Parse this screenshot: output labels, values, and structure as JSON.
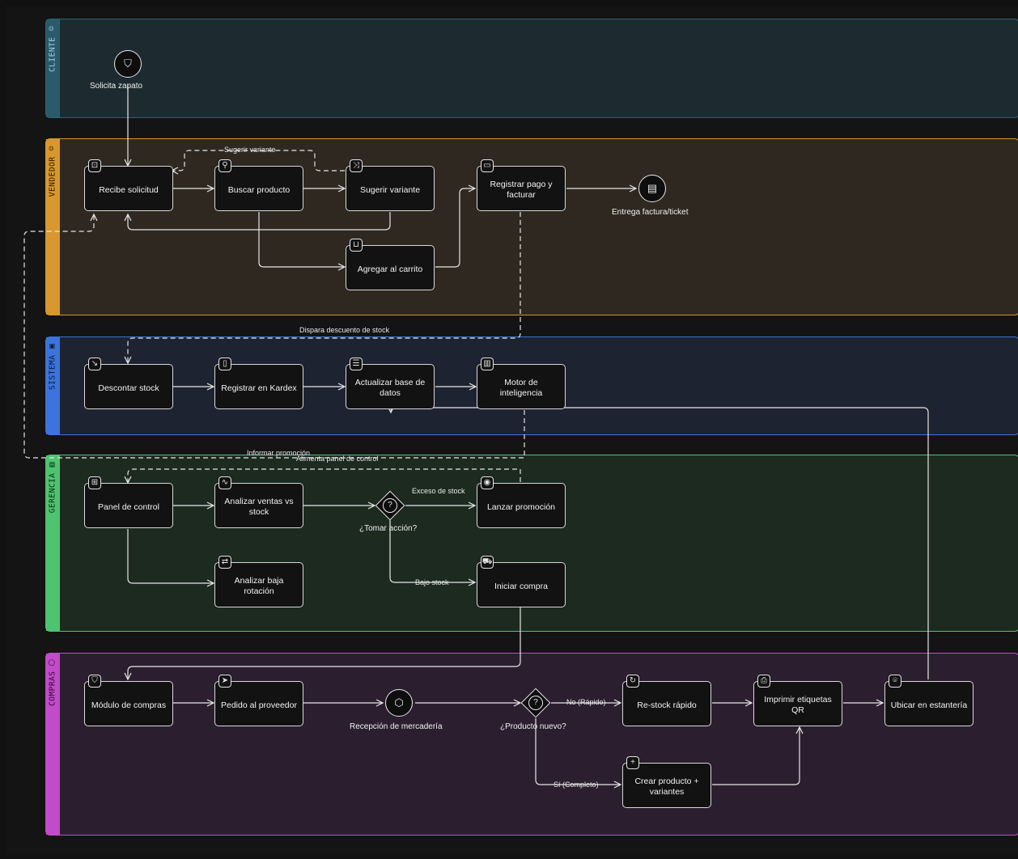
{
  "lanes": {
    "cliente": "CLIENTE",
    "vendedor": "VENDEDOR",
    "sistema": "SISTEMA",
    "gerencia": "GERENCIA",
    "compras": "COMPRAS"
  },
  "lane_icons": {
    "cliente": "user-icon",
    "vendedor": "user-icon",
    "sistema": "cpu-icon",
    "gerencia": "building-icon",
    "compras": "box-icon"
  },
  "nodes": {
    "solicita_zapato": "Solicita zapato",
    "recibe_solicitud": "Recibe solicitud",
    "buscar_producto": "Buscar producto",
    "sugerir_variante": "Sugerir variante",
    "agregar_carrito": "Agregar al carrito",
    "registrar_pago": "Registrar pago y facturar",
    "entrega_factura": "Entrega factura/ticket",
    "descontar_stock": "Descontar stock",
    "registrar_kardex": "Registrar en Kardex",
    "actualizar_bd": "Actualizar base de datos",
    "motor_inteligencia": "Motor de inteligencia",
    "panel_control": "Panel de control",
    "analizar_ventas": "Analizar ventas vs stock",
    "tomar_accion": "¿Tomar acción?",
    "lanzar_promocion": "Lanzar promoción",
    "analizar_baja": "Analizar baja rotación",
    "iniciar_compra": "Iniciar compra",
    "modulo_compras": "Módulo de compras",
    "pedido_proveedor": "Pedido al proveedor",
    "recepcion": "Recepción de mercadería",
    "producto_nuevo": "¿Producto nuevo?",
    "restock": "Re-stock rápido",
    "imprimir_qr": "Imprimir etiquetas QR",
    "crear_producto": "Crear producto + variantes",
    "ubicar": "Ubicar en estantería"
  },
  "edge_labels": {
    "sugerir_variante": "Sugerir variante",
    "dispara_descuento": "Dispara descuento de stock",
    "informar_promocion": "Informar promoción",
    "alimenta_panel": "Alimenta panel de control",
    "exceso_stock": "Exceso de stock",
    "bajo_stock": "Bajo stock",
    "no_rapido": "No (Rápido)",
    "si_completo": "Sí (Completo)"
  },
  "colors": {
    "cliente": "#2a5b6b",
    "vendedor": "#d8982f",
    "sistema": "#3c74dc",
    "gerencia": "#4fc470",
    "compras": "#c24bc9"
  }
}
